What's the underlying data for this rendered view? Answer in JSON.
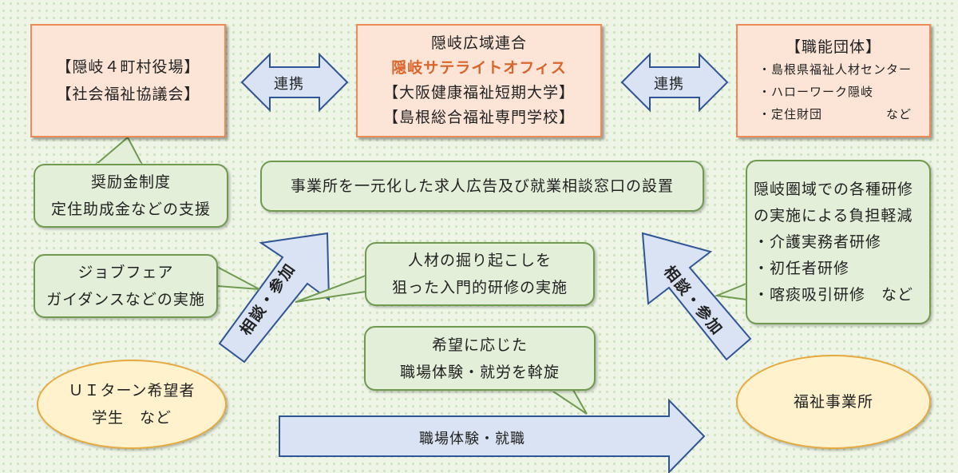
{
  "top_left": {
    "line1": "【隠岐４町村役場】",
    "line2": "【社会福祉協議会】"
  },
  "top_center": {
    "line1": "隠岐広域連合",
    "line2": "隠岐サテライトオフィス",
    "line3": "【大阪健康福祉短期大学】",
    "line4": "【島根総合福祉専門学校】"
  },
  "top_right": {
    "title": "【職能団体】",
    "items": [
      "・島根県福祉人材センター",
      "・ハローワーク隠岐",
      "・定住財団　　　　　など"
    ]
  },
  "arrows": {
    "left_link": "連携",
    "right_link": "連携",
    "left_diag": "相談・参加",
    "right_diag": "相談・参加",
    "bottom": "職場体験・就職"
  },
  "bubbles": {
    "incentive": {
      "line1": "奨励金制度",
      "line2": "定住助成金などの支援"
    },
    "central": "事業所を一元化した求人広告及び就業相談窓口の設置",
    "job_fair": {
      "line1": "ジョブフェア",
      "line2": "ガイダンスなどの実施"
    },
    "intro_training": {
      "line1": "人材の掘り起こしを",
      "line2": "狙った入門的研修の実施"
    },
    "placement": {
      "line1": "希望に応じた",
      "line2": "職場体験・就労を斡旋"
    },
    "training": {
      "line1": "隠岐圏域での各種研修",
      "line2": "の実施による負担軽減",
      "items": [
        "・介護実務者研修",
        "・初任者研修",
        "・喀痰吸引研修　など"
      ]
    }
  },
  "ovals": {
    "left": {
      "line1": "ＵＩターン希望者",
      "line2": "学生　など"
    },
    "right": "福祉事業所"
  },
  "colors": {
    "orange_fill": "#fce4d6",
    "orange_border": "#ec8b55",
    "green_fill": "#e4efd9",
    "green_border": "#6f9a4f",
    "arrow_fill": "#dae3f3",
    "arrow_border": "#2f5597",
    "oval_fill": "#fff2cc",
    "oval_border": "#e7a93f",
    "highlight_text": "#d9652b"
  }
}
